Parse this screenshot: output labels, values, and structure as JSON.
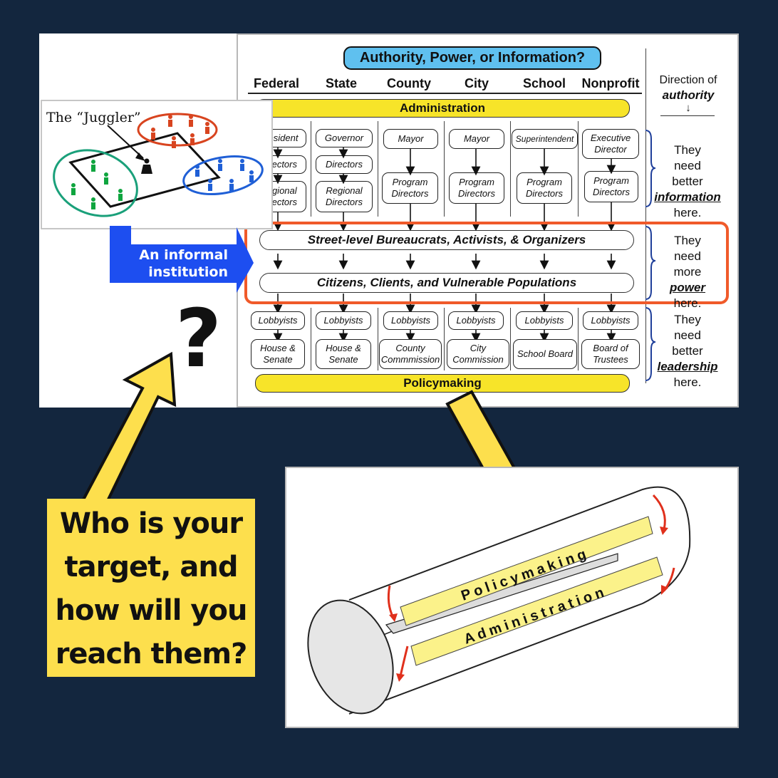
{
  "title": "Authority, Power, or Information?",
  "columns": [
    "Federal",
    "State",
    "County",
    "City",
    "School",
    "Nonprofit"
  ],
  "direction": {
    "line1": "Direction of",
    "line2": "authority"
  },
  "admin_bar": "Administration",
  "policy_bar": "Policymaking",
  "hierarchy": [
    [
      "President",
      "Directors",
      "Regional Directors"
    ],
    [
      "Governor",
      "Directors",
      "Regional Directors"
    ],
    [
      "Mayor",
      "Program Directors"
    ],
    [
      "Mayor",
      "Program Directors"
    ],
    [
      "Superintendent",
      "Program Directors"
    ],
    [
      "Executive Director",
      "Program Directors"
    ]
  ],
  "street_level": "Street-level Bureaucrats, Activists, & Organizers",
  "citizens": "Citizens, Clients, and Vulnerable Populations",
  "lobbyists": [
    "Lobbyists",
    "Lobbyists",
    "Lobbyists",
    "Lobbyists",
    "Lobbyists",
    "Lobbyists"
  ],
  "legislatures": [
    "House & Senate",
    "House & Senate",
    "County Commmission",
    "City Commission",
    "School Board",
    "Board of Trustees"
  ],
  "side_notes": {
    "information": {
      "pre": "They need better",
      "key": "information",
      "post": "here."
    },
    "power": {
      "pre": "They need more",
      "key": "power",
      "post": "here."
    },
    "leadership": {
      "pre": "They need better",
      "key": "leadership",
      "post": "here."
    }
  },
  "juggler_label": "The “Juggler”",
  "informal_label": {
    "line1": "An informal",
    "line2": "institution"
  },
  "question_mark": "?",
  "question": "Who is your target, and how will you reach them?",
  "cylinder": {
    "top": "Policymaking",
    "bottom": "Administration"
  },
  "colors": {
    "background": "#13263e",
    "yellow": "#fddf4d",
    "blue_arrow": "#1d4ef0",
    "orange_box": "#f05a2a"
  }
}
